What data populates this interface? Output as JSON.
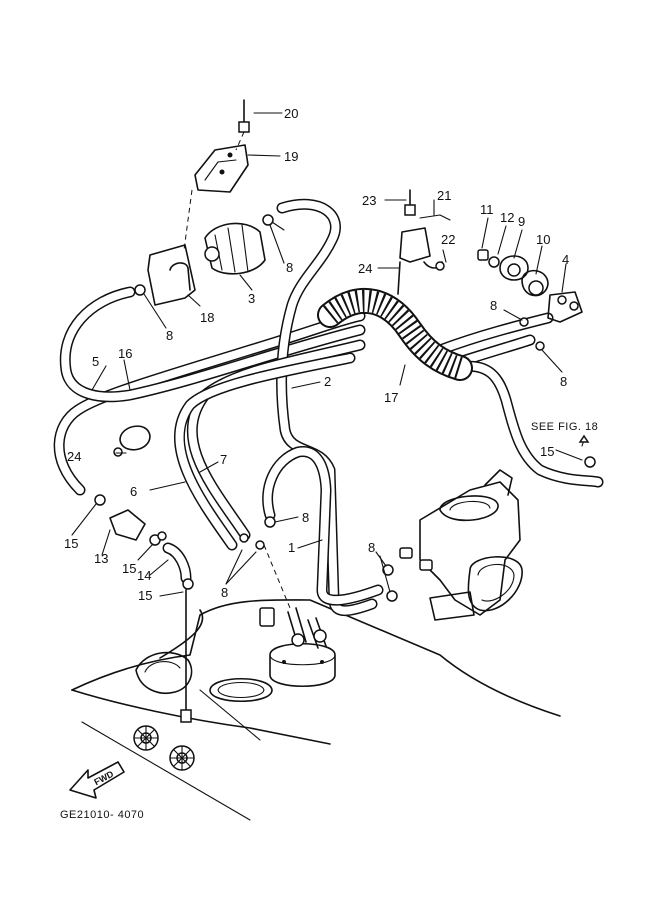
{
  "labels": {
    "p1": "1",
    "p2": "2",
    "p3": "3",
    "p4": "4",
    "p5": "5",
    "p6": "6",
    "p7": "7",
    "p8": "8",
    "p9": "9",
    "p10": "10",
    "p11": "11",
    "p12": "12",
    "p13": "13",
    "p14": "14",
    "p15": "15",
    "p16": "16",
    "p17": "17",
    "p18": "18",
    "p19": "19",
    "p20": "20",
    "p21": "21",
    "p22": "22",
    "p23": "23",
    "p24": "24"
  },
  "reference_note": "SEE FIG. 18",
  "fwd_marker": "FWD",
  "diagram_code": "GE21010- 4070"
}
